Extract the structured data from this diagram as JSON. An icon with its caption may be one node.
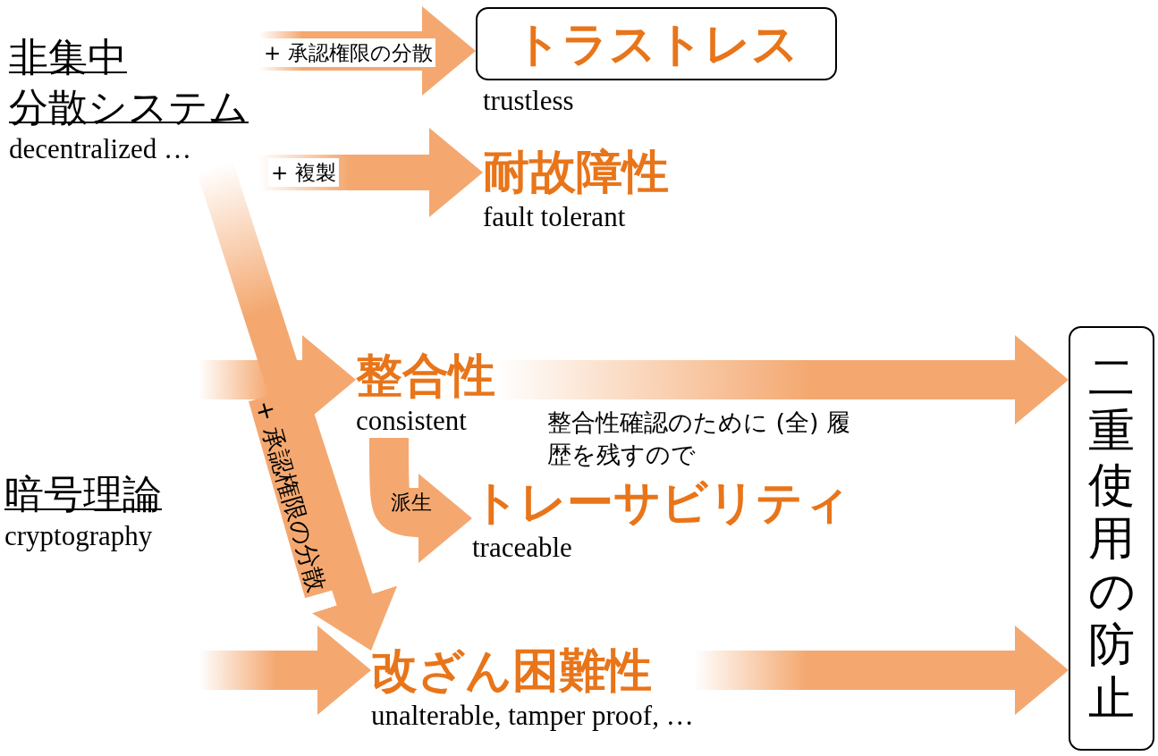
{
  "diagram": {
    "nodes": [
      {
        "text": [
          "非集中分散システム",
          "decentralized …"
        ]
      },
      {
        "text": [
          "トラストレス"
        ],
        "beside": [
          "trustless"
        ]
      },
      {
        "text": [
          "耐故障性",
          "fault tolerant"
        ]
      },
      {
        "text": [
          "整合性",
          "consistent"
        ]
      },
      {
        "text": [
          "トレーサビリティ",
          "traceable"
        ]
      },
      {
        "text": [
          "暗号理論",
          "cryptography"
        ]
      },
      {
        "text": [
          "改ざん困難性",
          "unalterable, tamper proof, …"
        ]
      },
      {
        "text": [
          "二重使用の防止"
        ]
      }
    ],
    "edges": [
      {
        "from": 0,
        "to": 1,
        "arrow": "to",
        "label": "+ 承認権限の分散"
      },
      {
        "from": 0,
        "to": 2,
        "arrow": "to",
        "label": "+ 複製"
      },
      {
        "from": 0,
        "to": 6,
        "arrow": "to",
        "label": "+ 承認権限の分散"
      },
      {
        "from": null,
        "to": 3,
        "arrow": "to"
      },
      {
        "from": 3,
        "to": 4,
        "arrow": "to",
        "label": "派生"
      },
      {
        "from": null,
        "to": 6,
        "arrow": "to"
      },
      {
        "from": 3,
        "to": 7,
        "arrow": "to"
      },
      {
        "from": 6,
        "to": 7,
        "arrow": "to"
      }
    ],
    "labels": [
      "整合性確認のために (全) 履歴を残すので"
    ]
  }
}
